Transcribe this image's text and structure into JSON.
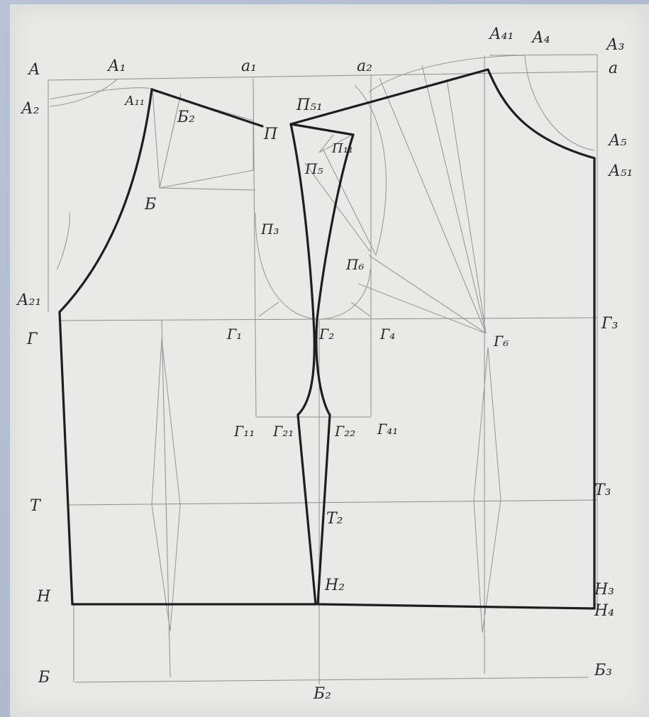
{
  "labels": {
    "A": "А",
    "A1": "А₁",
    "a1": "а₁",
    "a2": "а₂",
    "A41": "А₄₁",
    "A4": "А₄",
    "A3": "А₃",
    "a": "а",
    "A2": "А₂",
    "A11": "А₁₁",
    "B2": "Б₂",
    "P51": "П₅₁",
    "P": "П",
    "P11": "П₁₁",
    "P5": "П₅",
    "A5": "А₅",
    "A51": "А₅₁",
    "B": "Б",
    "P3": "П₃",
    "P6": "П₆",
    "A21": "А₂₁",
    "G": "Г",
    "G1": "Г₁",
    "G2": "Г₂",
    "G4": "Г₄",
    "G6": "Г₆",
    "G3": "Г₃",
    "G11": "Г₁₁",
    "G21": "Г₂₁",
    "G22": "Г₂₂",
    "G41": "Г₄₁",
    "T": "Т",
    "T2": "Т₂",
    "T3": "Т₃",
    "H": "Н",
    "H2": "Н₂",
    "H3": "Н₃",
    "H4": "Н₄",
    "Bottom": "Б",
    "Bottom2": "Б₂",
    "Bottom3": "Б₃"
  }
}
